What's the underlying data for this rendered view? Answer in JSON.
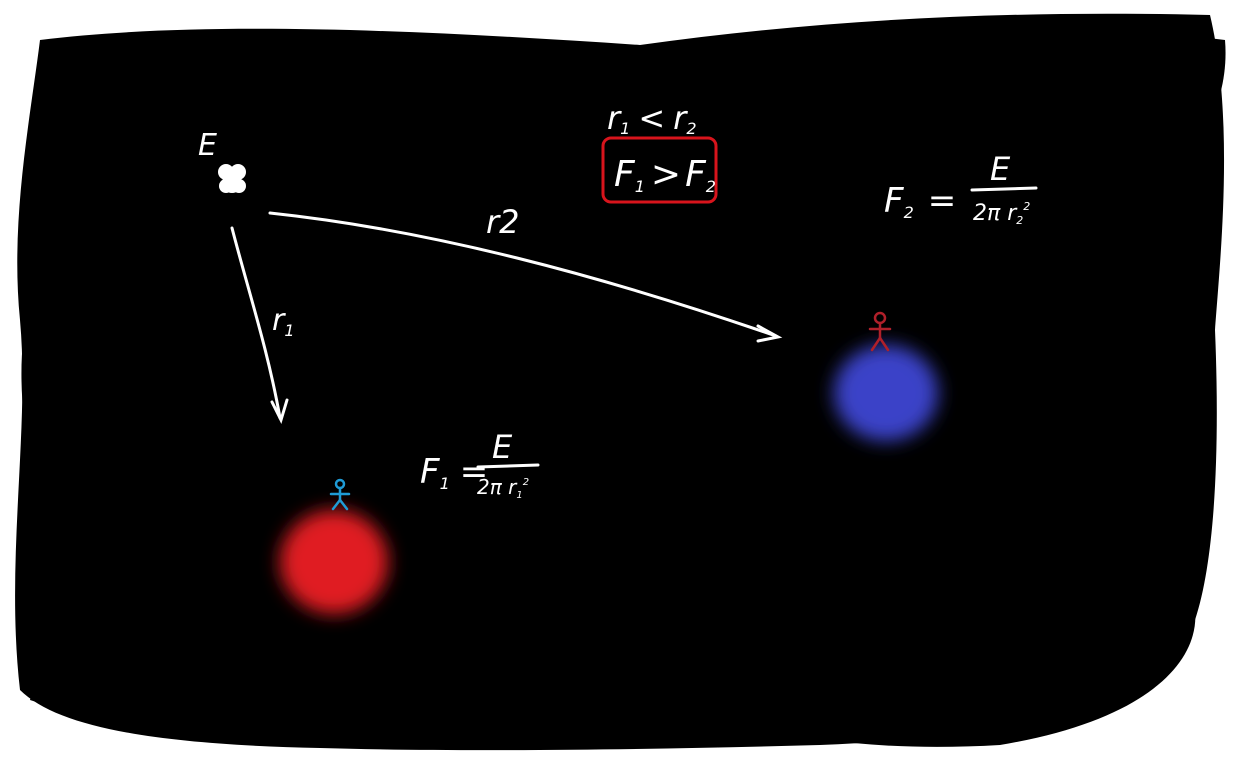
{
  "source": {
    "label": "E"
  },
  "distances": {
    "r1": {
      "main": "r",
      "sub": "1"
    },
    "r2": {
      "main": "r2"
    }
  },
  "comparison": {
    "relation_top": {
      "left_main": "r",
      "left_sub": "1",
      "op": "<",
      "right_main": "r",
      "right_sub": "2"
    },
    "relation_boxed": {
      "left_main": "F",
      "left_sub": "1",
      "op": ">",
      "right_main": "F",
      "right_sub": "2"
    }
  },
  "formulas": {
    "f1": {
      "lhs_main": "F",
      "lhs_sub": "1",
      "eq": "=",
      "numerator": "E",
      "den_main": "2π r",
      "den_sub": "1",
      "den_sup": "2"
    },
    "f2": {
      "lhs_main": "F",
      "lhs_sub": "2",
      "eq": "=",
      "numerator": "E",
      "den_main": "2π r",
      "den_sub": "2",
      "den_sup": "2"
    }
  },
  "objects": {
    "red_planet": {
      "color": "#e01e24"
    },
    "blue_planet": {
      "color": "#3a43c8"
    },
    "person_on_red": {
      "color": "#1f9bd6"
    },
    "person_on_blue": {
      "color": "#b0202a"
    }
  },
  "colors": {
    "chalkboard": "#000000",
    "chalk": "#ffffff",
    "highlight_box": "#d8141c"
  }
}
